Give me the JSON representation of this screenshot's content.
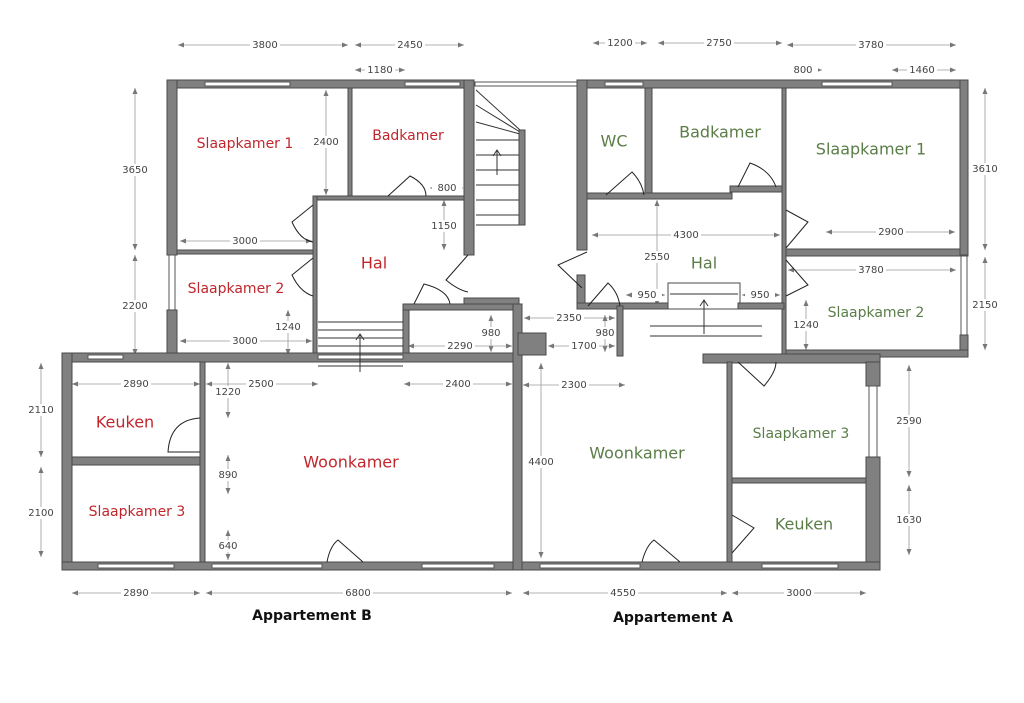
{
  "colors": {
    "apartment_b_labels": "#c0272d",
    "apartment_a_labels": "#5b7d48",
    "walls": "#808080"
  },
  "apartment_b": {
    "title": "Appartement B",
    "rooms": {
      "slaapkamer1": "Slaapkamer 1",
      "badkamer": "Badkamer",
      "hal": "Hal",
      "slaapkamer2": "Slaapkamer 2",
      "keuken": "Keuken",
      "slaapkamer3": "Slaapkamer 3",
      "woonkamer": "Woonkamer"
    }
  },
  "apartment_a": {
    "title": "Appartement A",
    "rooms": {
      "wc": "WC",
      "badkamer": "Badkamer",
      "slaapkamer1": "Slaapkamer 1",
      "hal": "Hal",
      "slaapkamer2": "Slaapkamer 2",
      "woonkamer": "Woonkamer",
      "slaapkamer3": "Slaapkamer 3",
      "keuken": "Keuken"
    }
  },
  "dimensions_mm": [
    "3800",
    "2450",
    "1180",
    "3650",
    "2400",
    "800",
    "1150",
    "3000",
    "2200",
    "1240",
    "3000",
    "980",
    "2290",
    "2890",
    "2500",
    "1220",
    "2400",
    "2110",
    "890",
    "2100",
    "640",
    "2890",
    "6800",
    "1200",
    "2750",
    "3780",
    "800",
    "1460",
    "3610",
    "4300",
    "2900",
    "2550",
    "3780",
    "2150",
    "950",
    "950",
    "1240",
    "2350",
    "980",
    "1700",
    "2300",
    "4400",
    "2590",
    "1630",
    "4550",
    "3000"
  ]
}
